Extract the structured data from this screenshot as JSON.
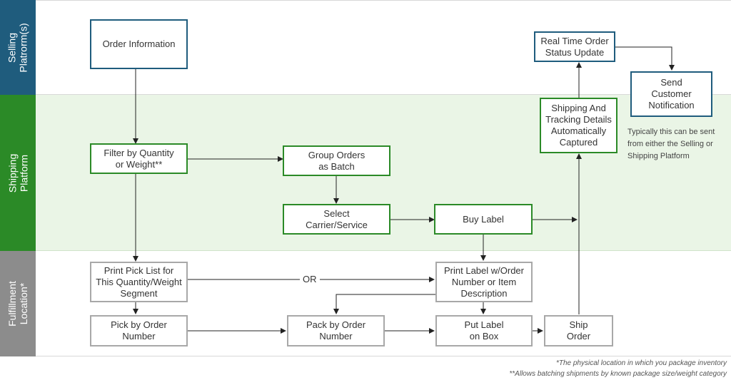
{
  "lanes": {
    "selling": "Selling\nPlatrorm(s)",
    "shipping": "Shipping\nPlatform",
    "fulfillment": "Fulfillment\nLocation*"
  },
  "boxes": {
    "order_information": "Order Information",
    "real_time_update": "Real Time Order\nStatus Update",
    "send_notification": "Send\nCustomer\nNotification",
    "tracking_captured": "Shipping And\nTracking Details\nAutomatically\nCaptured",
    "filter_quantity": "Filter by Quantity\nor Weight**",
    "group_orders": "Group Orders\nas Batch",
    "select_carrier": "Select\nCarrier/Service",
    "buy_label": "Buy Label",
    "print_pick_list": "Print Pick List for\nThis Quantity/Weight\nSegment",
    "print_label": "Print Label w/Order\nNumber or Item\nDescription",
    "pick_by_order": "Pick by Order\nNumber",
    "pack_by_order": "Pack by Order\nNumber",
    "put_label": "Put Label\non Box",
    "ship_order": "Ship\nOrder"
  },
  "or_label": "OR",
  "note": "Typically this can be sent\nfrom either the Selling or\nShipping Platform",
  "footnotes": {
    "one": "*The physical location in which you package inventory",
    "two": "**Allows batching shipments by known package size/weight category"
  },
  "colors": {
    "selling": "#1f5c7d",
    "shipping": "#2b8a27",
    "fulfillment": "#8c8c8c"
  }
}
